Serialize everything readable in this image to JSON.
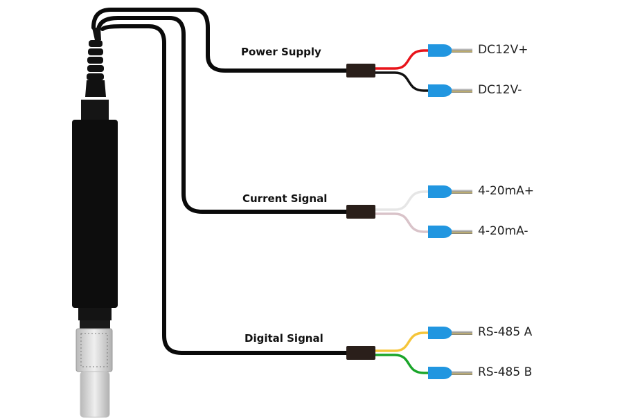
{
  "diagram": {
    "title": "Sensor wiring diagram",
    "groups": [
      {
        "label": "Power Supply",
        "wires": [
          {
            "terminal": "DC12V+",
            "color": "#e8141a"
          },
          {
            "terminal": "DC12V-",
            "color": "#111111"
          }
        ]
      },
      {
        "label": "Current Signal",
        "wires": [
          {
            "terminal": "4-20mA+",
            "color": "#f2f2f2"
          },
          {
            "terminal": "4-20mA-",
            "color": "#d9c3c9"
          }
        ]
      },
      {
        "label": "Digital Signal",
        "wires": [
          {
            "terminal": "RS-485 A",
            "color": "#f5c53a"
          },
          {
            "terminal": "RS-485 B",
            "color": "#1aa52a"
          }
        ]
      }
    ],
    "colors": {
      "cable": "#0a0a0a",
      "sleeve": "#2a1f1a",
      "ferrule": "#2196e0",
      "probe_body": "#0d0d0d"
    }
  }
}
